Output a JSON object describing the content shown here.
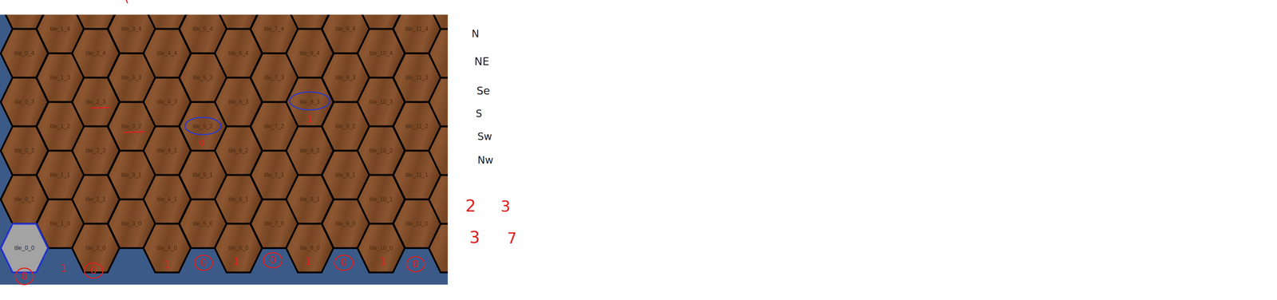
{
  "diagram": {
    "nodes": [
      {
        "text": [
          "tile_1_4"
        ]
      },
      {
        "text": [
          "tile_3_4"
        ]
      },
      {
        "text": [
          "tile_5_4"
        ]
      },
      {
        "text": [
          "tile_7_4"
        ]
      },
      {
        "text": [
          "tile_9_4"
        ]
      },
      {
        "text": [
          "tile_11_4"
        ]
      },
      {
        "text": [
          "tile_0_4"
        ]
      },
      {
        "text": [
          "tile_2_4"
        ]
      },
      {
        "text": [
          "tile_4_4"
        ]
      },
      {
        "text": [
          "tile_6_4"
        ]
      },
      {
        "text": [
          "tile_8_4"
        ]
      },
      {
        "text": [
          "tile_10_4"
        ]
      },
      {
        "text": [
          "tile_1_3"
        ]
      },
      {
        "text": [
          "tile_3_3"
        ]
      },
      {
        "text": [
          "tile_5_3"
        ]
      },
      {
        "text": [
          "tile_7_3"
        ]
      },
      {
        "text": [
          "tile_9_3"
        ]
      },
      {
        "text": [
          "tile_11_3"
        ]
      },
      {
        "text": [
          "tile_0_3"
        ]
      },
      {
        "text": [
          "tile_2_3"
        ]
      },
      {
        "text": [
          "tile_4_3"
        ]
      },
      {
        "text": [
          "tile_6_3"
        ]
      },
      {
        "text": [
          "tile_8_3"
        ]
      },
      {
        "text": [
          "tile_10_3"
        ]
      },
      {
        "text": [
          "tile_1_2"
        ]
      },
      {
        "text": [
          "tile_3_2"
        ]
      },
      {
        "text": [
          "tile_5_2"
        ]
      },
      {
        "text": [
          "tile_7_2"
        ]
      },
      {
        "text": [
          "tile_9_2"
        ]
      },
      {
        "text": [
          "tile_11_2"
        ]
      },
      {
        "text": [
          "tile_0_2"
        ]
      },
      {
        "text": [
          "tile_2_2"
        ]
      },
      {
        "text": [
          "tile_4_2"
        ]
      },
      {
        "text": [
          "tile_6_2"
        ]
      },
      {
        "text": [
          "tile_8_2"
        ]
      },
      {
        "text": [
          "tile_10_2"
        ]
      },
      {
        "text": [
          "tile_1_1"
        ]
      },
      {
        "text": [
          "tile_3_1"
        ]
      },
      {
        "text": [
          "tile_5_1"
        ]
      },
      {
        "text": [
          "tile_7_1"
        ]
      },
      {
        "text": [
          "tile_9_1"
        ]
      },
      {
        "text": [
          "tile_11_1"
        ]
      },
      {
        "text": [
          "tile_0_1"
        ]
      },
      {
        "text": [
          "tile_2_1"
        ]
      },
      {
        "text": [
          "tile_4_1"
        ]
      },
      {
        "text": [
          "tile_6_1"
        ]
      },
      {
        "text": [
          "tile_8_1"
        ]
      },
      {
        "text": [
          "tile_10_1"
        ]
      },
      {
        "text": [
          "tile_1_0"
        ]
      },
      {
        "text": [
          "tile_3_0"
        ]
      },
      {
        "text": [
          "tile_5_0"
        ]
      },
      {
        "text": [
          "tile_7_0"
        ]
      },
      {
        "text": [
          "tile_9_0"
        ]
      },
      {
        "text": [
          "tile_11_0"
        ]
      },
      {
        "text": [
          "tile_0_0"
        ]
      },
      {
        "text": [
          "tile_2_0"
        ]
      },
      {
        "text": [
          "tile_4_0"
        ]
      },
      {
        "text": [
          "tile_6_0"
        ]
      },
      {
        "text": [
          "tile_8_0"
        ]
      },
      {
        "text": [
          "tile_10_0"
        ]
      }
    ],
    "labels": [
      "1",
      "0",
      "0",
      "1",
      "0",
      "1",
      "0",
      "1",
      "0",
      "1",
      "0",
      "1",
      "0",
      "N",
      "NE",
      "Se",
      "S",
      "Sw",
      "Nw",
      "2",
      "3",
      "3",
      "7"
    ]
  }
}
